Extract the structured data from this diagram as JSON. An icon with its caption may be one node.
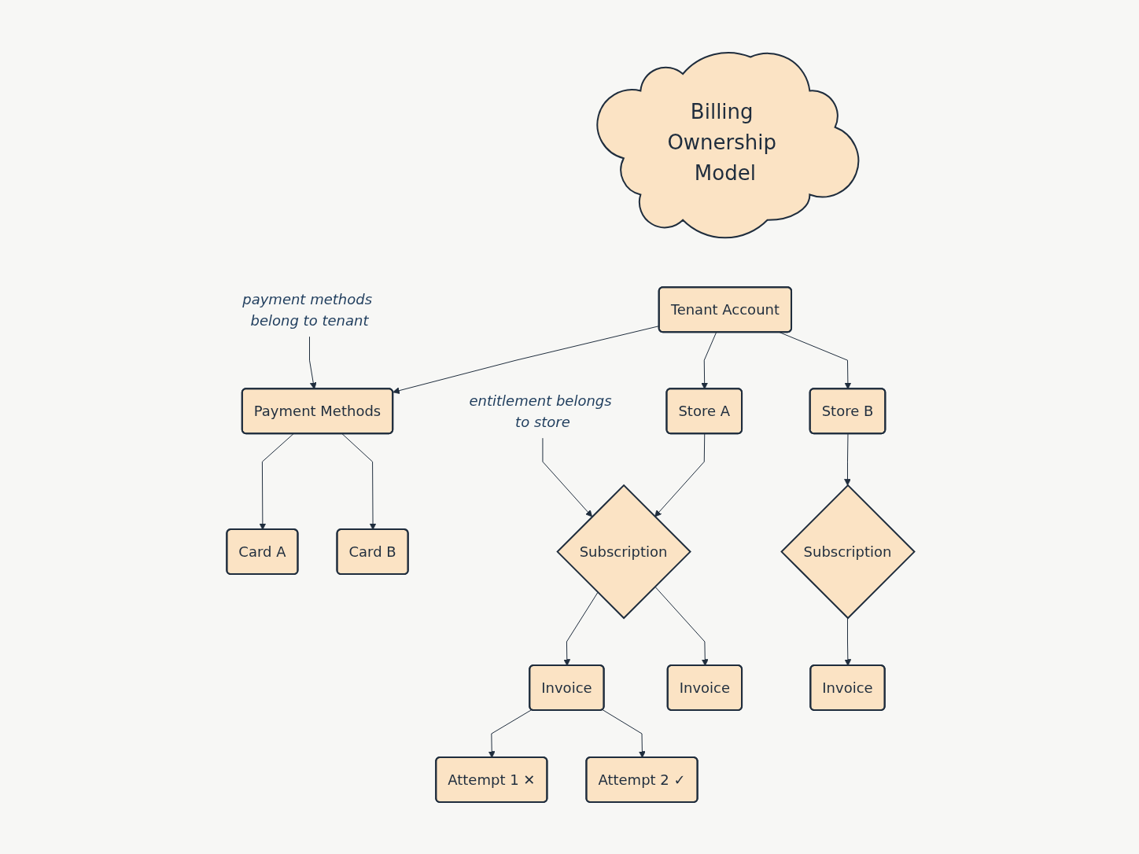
{
  "diagram": {
    "nodes": [
      {
        "text": [
          "Billing Ownership Model"
        ]
      },
      {
        "text": [
          "Tenant Account"
        ]
      },
      {
        "text": [
          "payment methods belong to tenant"
        ]
      },
      {
        "text": [
          "Payment Methods"
        ]
      },
      {
        "text": [
          "Store A"
        ]
      },
      {
        "text": [
          "entitlement belongs to store"
        ]
      },
      {
        "text": [
          "Store B"
        ]
      },
      {
        "text": [
          "Card A"
        ]
      },
      {
        "text": [
          "Card B"
        ]
      },
      {
        "text": [
          "Subscription"
        ]
      },
      {
        "text": [
          "Subscription"
        ]
      },
      {
        "text": [
          "Invoice"
        ]
      },
      {
        "text": [
          "Invoice"
        ]
      },
      {
        "text": [
          "Invoice"
        ]
      },
      {
        "text": [
          "Attempt 1 ✕"
        ]
      },
      {
        "text": [
          "Attempt 2 ✓"
        ]
      }
    ],
    "edges": [
      {
        "from": 1,
        "to": 3,
        "arrow": "to"
      },
      {
        "from": 1,
        "to": 4,
        "arrow": "to"
      },
      {
        "from": 1,
        "to": 6,
        "arrow": "to"
      },
      {
        "from": 2,
        "to": 3,
        "arrow": "to"
      },
      {
        "from": 3,
        "to": 7,
        "arrow": "to"
      },
      {
        "from": 3,
        "to": 8,
        "arrow": "to"
      },
      {
        "from": 4,
        "to": 9,
        "arrow": "to"
      },
      {
        "from": 5,
        "to": 9,
        "arrow": "to"
      },
      {
        "from": 6,
        "to": 10,
        "arrow": "to"
      },
      {
        "from": 9,
        "to": 11,
        "arrow": "to"
      },
      {
        "from": 9,
        "to": 12,
        "arrow": "to"
      },
      {
        "from": 10,
        "to": 13,
        "arrow": "to"
      },
      {
        "from": 11,
        "to": 14,
        "arrow": "to"
      },
      {
        "from": 11,
        "to": 15,
        "arrow": "to"
      }
    ]
  }
}
